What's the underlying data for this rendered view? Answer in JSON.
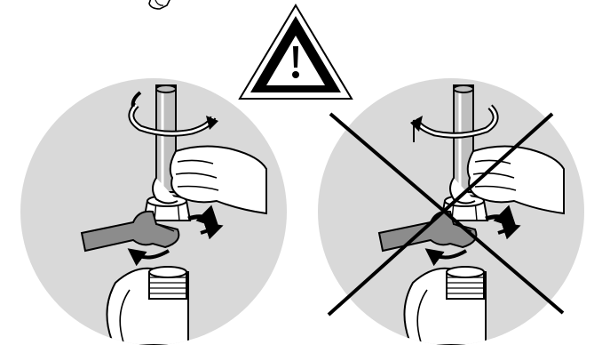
{
  "figure": {
    "warning_symbol": "warning-triangle-exclamation-icon",
    "left_panel": {
      "depicts": "correct-method",
      "pipe_rotation": "clockwise",
      "tool": "open-end-wrench"
    },
    "right_panel": {
      "depicts": "incorrect-method",
      "pipe_rotation": "counter-clockwise",
      "tool": "open-end-wrench",
      "crossed_out": true
    }
  },
  "colors": {
    "circle_fill": "#d9d9d9",
    "line": "#000000",
    "wrench_fill": "#8c8c8c",
    "pipe_fill": "#bfbfbf",
    "background": "#ffffff"
  }
}
